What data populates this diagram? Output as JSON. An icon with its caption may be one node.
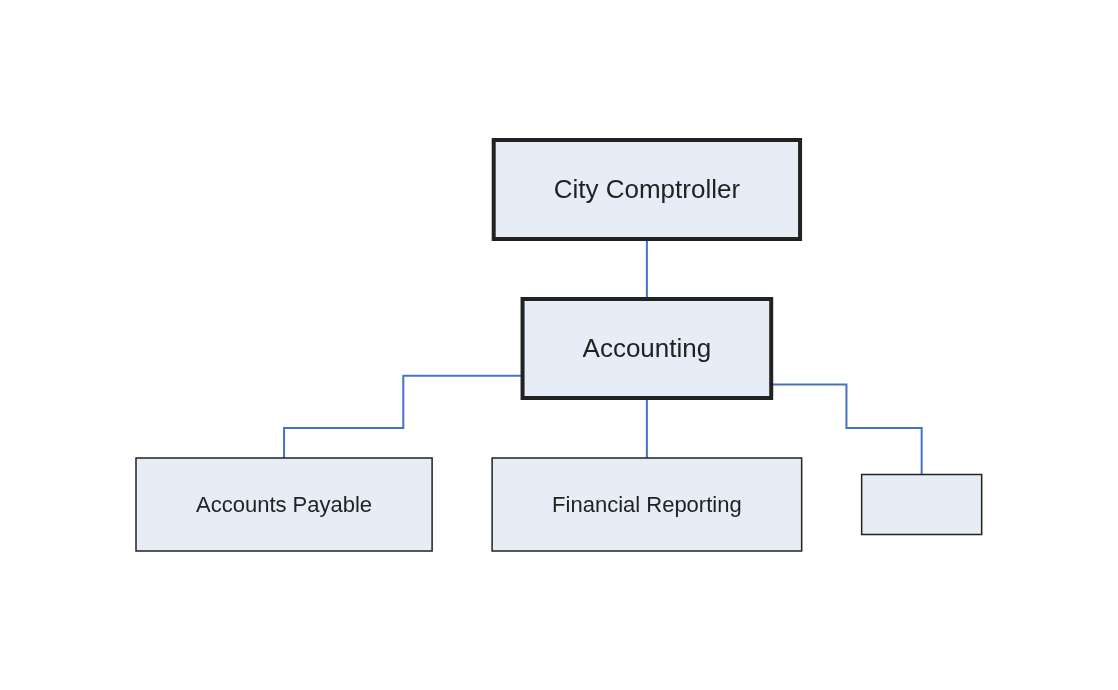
{
  "diagram": {
    "nodes": [
      {
        "text": [
          "City Comptroller"
        ]
      },
      {
        "text": [
          "Accounting"
        ]
      },
      {
        "text": [
          "Accounts Payable"
        ]
      },
      {
        "text": [
          "Financial Reporting"
        ]
      },
      {
        "text": [],
        "shape": "box"
      }
    ],
    "edges": [
      {
        "from": 0,
        "to": 1,
        "arrow": "none"
      },
      {
        "from": 1,
        "to": 2,
        "arrow": "none"
      },
      {
        "from": 1,
        "to": 3,
        "arrow": "none"
      },
      {
        "from": 1,
        "to": 4,
        "arrow": "none"
      }
    ]
  }
}
